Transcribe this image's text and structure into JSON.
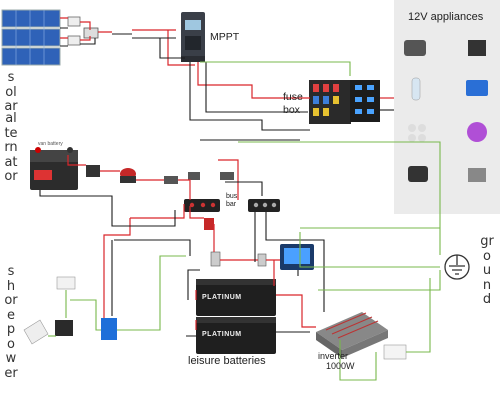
{
  "sections": {
    "solar": "solar",
    "alternator": "alternator",
    "shore_power": "shore power",
    "ground": "ground"
  },
  "components": {
    "mppt": "MPPT",
    "fuse_box": "fuse box",
    "bus_bar": "bus bar",
    "appliances_title": "12V appliances",
    "leisure_batteries": "leisure batteries",
    "inverter": "inverter",
    "inverter_rating": "1000W",
    "van_battery": "van battery",
    "battery_brand": "PLATINUM"
  },
  "colors": {
    "positive_wire": "#d9262b",
    "negative_wire": "#1c1c1c",
    "ground_wire": "#78b84c",
    "appliance_panel": "#ebebeb",
    "solar_cell": "#2f62b8"
  }
}
